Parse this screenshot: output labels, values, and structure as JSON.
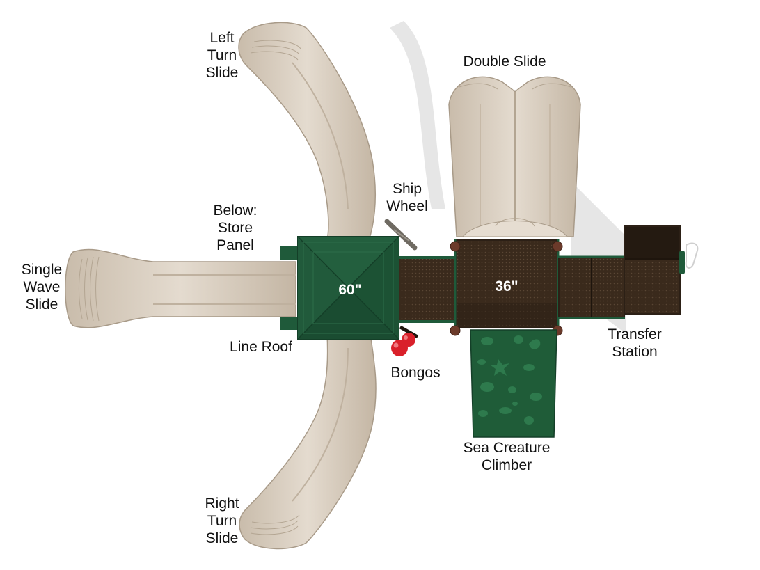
{
  "labels": {
    "left_turn_slide": [
      "Left",
      "Turn",
      "Slide"
    ],
    "double_slide": [
      "Double Slide"
    ],
    "ship_wheel": [
      "Ship",
      "Wheel"
    ],
    "store_panel": [
      "Below:",
      "Store",
      "Panel"
    ],
    "single_wave_slide": [
      "Single",
      "Wave",
      "Slide"
    ],
    "line_roof": [
      "Line Roof"
    ],
    "bongos": [
      "Bongos"
    ],
    "transfer_station": [
      "Transfer",
      "Station"
    ],
    "sea_creature_climber": [
      "Sea Creature",
      "Climber"
    ],
    "right_turn_slide": [
      "Right",
      "Turn",
      "Slide"
    ]
  },
  "deck_sizes": {
    "roof_deck": "60\"",
    "main_deck": "36\""
  },
  "colors": {
    "slide": "#d8cdbf",
    "slide_shade": "#b9ab99",
    "roof_green": "#1f5a3a",
    "roof_green_dark": "#143f28",
    "deck_brown": "#3a2a1c",
    "deck_brown_dark": "#25190f",
    "climber_green": "#1f5c38",
    "bongo_red": "#d9202a",
    "post_brown": "#6b3a2a"
  }
}
